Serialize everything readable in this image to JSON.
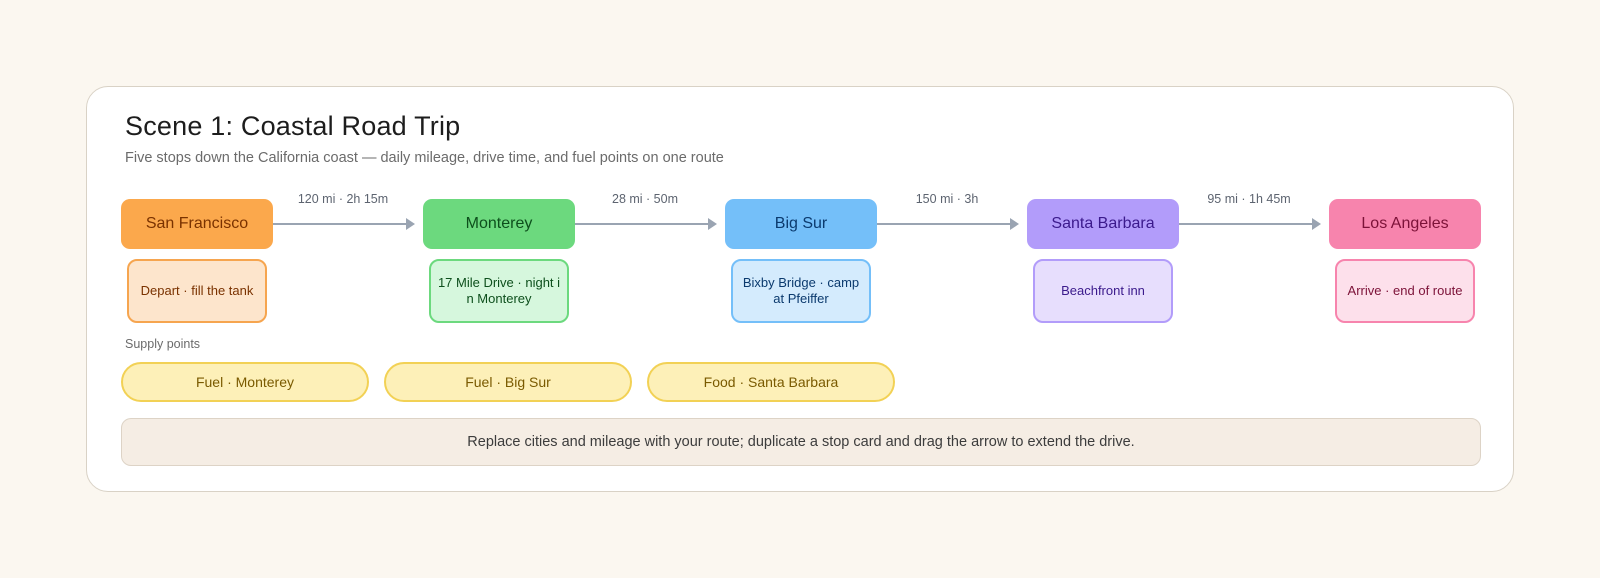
{
  "scene": {
    "title": "Scene 1: Coastal Road Trip",
    "subtitle": "Five stops down the California coast — daily mileage, drive time, and fuel points on one route"
  },
  "stops": [
    {
      "name": "San Francisco",
      "note": "Depart · fill the tank",
      "fill": "#fba84c",
      "text": "#7a3200",
      "note_bg": "#fde5cc",
      "note_border": "#f6a54f",
      "note_text": "#7a3200"
    },
    {
      "name": "Monterey",
      "note": "17 Mile Drive · night in Monterey",
      "fill": "#6cd97e",
      "text": "#0d4f1c",
      "note_bg": "#d6f7dd",
      "note_border": "#6cd97e",
      "note_text": "#0d4f1c"
    },
    {
      "name": "Big Sur",
      "note": "Bixby Bridge · camp at Pfeiffer",
      "fill": "#74bff9",
      "text": "#0b3a6e",
      "note_bg": "#d4ebfd",
      "note_border": "#74bff9",
      "note_text": "#0b3a6e"
    },
    {
      "name": "Santa Barbara",
      "note": "Beachfront inn",
      "fill": "#b29cfa",
      "text": "#3b1a8c",
      "note_bg": "#e7defd",
      "note_border": "#b29cfa",
      "note_text": "#3b1a8c"
    },
    {
      "name": "Los Angeles",
      "note": "Arrive · end of route",
      "fill": "#f784ad",
      "text": "#7c1238",
      "note_bg": "#fde0eb",
      "note_border": "#f784ad",
      "note_text": "#7c1238"
    }
  ],
  "legs": [
    {
      "label": "120 mi · 2h 15m"
    },
    {
      "label": "28 mi · 50m"
    },
    {
      "label": "150 mi · 3h"
    },
    {
      "label": "95 mi · 1h 45m"
    }
  ],
  "supply": {
    "heading": "Supply points",
    "items": [
      "Fuel · Monterey",
      "Fuel · Big Sur",
      "Food · Santa Barbara"
    ]
  },
  "footer": "Replace cities and mileage with your route; duplicate a stop card and drag the arrow to extend the drive."
}
